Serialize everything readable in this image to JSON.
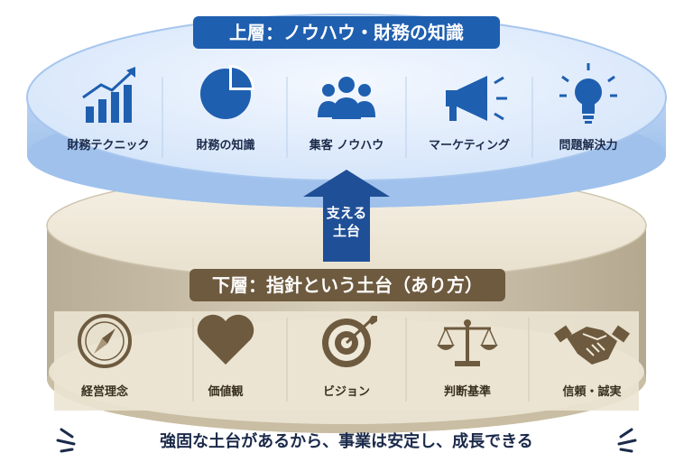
{
  "top_layer": {
    "title": "上層：ノウハウ・財務の知識",
    "items": [
      {
        "label": "財務テクニック",
        "icon": "bar-chart-growth-icon"
      },
      {
        "label": "財務の知識",
        "icon": "pie-chart-icon"
      },
      {
        "label": "集客 ノウハウ",
        "icon": "people-group-icon"
      },
      {
        "label": "マーケティング",
        "icon": "megaphone-icon"
      },
      {
        "label": "問題解決力",
        "icon": "light-bulb-icon"
      }
    ]
  },
  "arrow": {
    "line1": "支える",
    "line2": "土台"
  },
  "bottom_layer": {
    "title": "下層：指針という土台（あり方）",
    "items": [
      {
        "label": "経営理念",
        "icon": "compass-icon"
      },
      {
        "label": "価値観",
        "icon": "heart-icon"
      },
      {
        "label": "ビジョン",
        "icon": "target-icon"
      },
      {
        "label": "判断基準",
        "icon": "balance-scale-icon"
      },
      {
        "label": "信頼・誠実",
        "icon": "handshake-icon"
      }
    ]
  },
  "footer": {
    "text": "強固な土台があるから、事業は安定し、成長できる"
  },
  "colors": {
    "top_primary": "#1f5fb0",
    "top_disc": "#dce9fb",
    "bottom_primary": "#6e5a3e",
    "bottom_disc": "#efe9da",
    "text_dark": "#1b2a4a"
  }
}
